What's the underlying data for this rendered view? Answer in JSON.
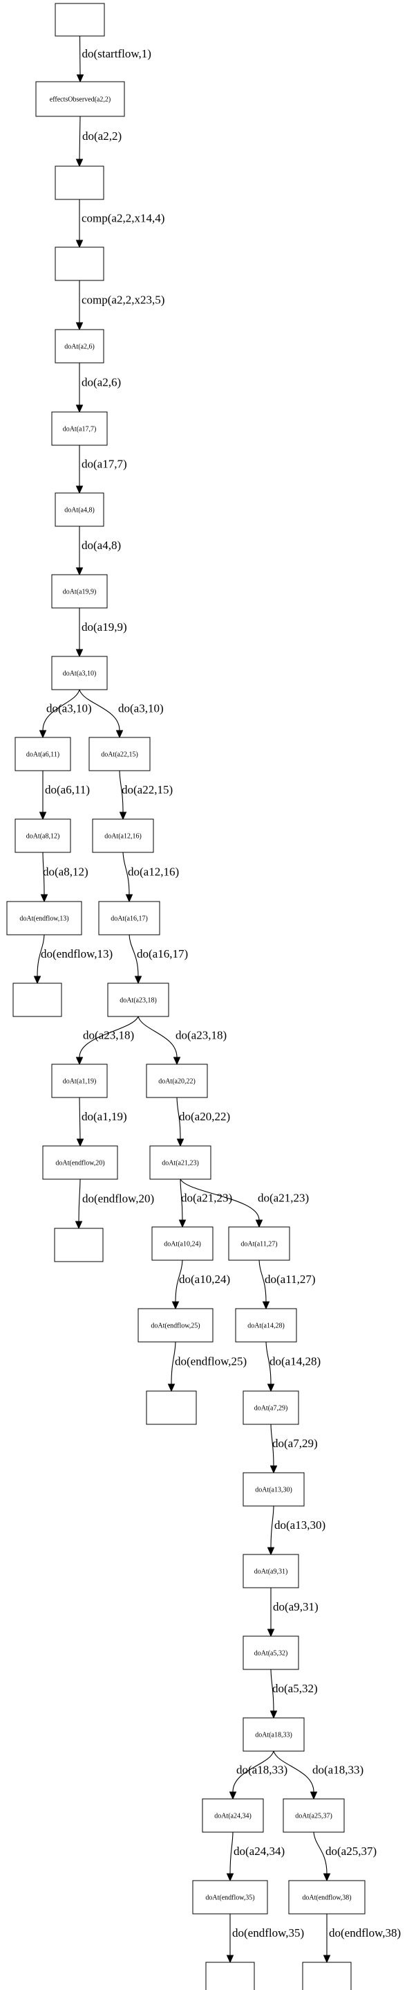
{
  "nodes": [
    {
      "id": "n0",
      "label": ""
    },
    {
      "id": "n1",
      "label": "effectsObserved(a2,2)"
    },
    {
      "id": "n2",
      "label": ""
    },
    {
      "id": "n3",
      "label": ""
    },
    {
      "id": "n4",
      "label": "doAt(a2,6)"
    },
    {
      "id": "n5",
      "label": "doAt(a17,7)"
    },
    {
      "id": "n6",
      "label": "doAt(a4,8)"
    },
    {
      "id": "n7",
      "label": "doAt(a19,9)"
    },
    {
      "id": "n8",
      "label": "doAt(a3,10)"
    },
    {
      "id": "n9",
      "label": "doAt(a6,11)"
    },
    {
      "id": "n10",
      "label": "doAt(a22,15)"
    },
    {
      "id": "n11",
      "label": "doAt(a8,12)"
    },
    {
      "id": "n12",
      "label": "doAt(a12,16)"
    },
    {
      "id": "n13",
      "label": "doAt(endflow,13)"
    },
    {
      "id": "n14",
      "label": "doAt(a16,17)"
    },
    {
      "id": "n15",
      "label": ""
    },
    {
      "id": "n16",
      "label": "doAt(a23,18)"
    },
    {
      "id": "n17",
      "label": "doAt(a1,19)"
    },
    {
      "id": "n18",
      "label": "doAt(a20,22)"
    },
    {
      "id": "n19",
      "label": "doAt(endflow,20)"
    },
    {
      "id": "n20",
      "label": "doAt(a21,23)"
    },
    {
      "id": "n21",
      "label": ""
    },
    {
      "id": "n22",
      "label": "doAt(a10,24)"
    },
    {
      "id": "n23",
      "label": "doAt(a11,27)"
    },
    {
      "id": "n24",
      "label": "doAt(endflow,25)"
    },
    {
      "id": "n25",
      "label": "doAt(a14,28)"
    },
    {
      "id": "n26",
      "label": ""
    },
    {
      "id": "n27",
      "label": "doAt(a7,29)"
    },
    {
      "id": "n28",
      "label": "doAt(a13,30)"
    },
    {
      "id": "n29",
      "label": "doAt(a9,31)"
    },
    {
      "id": "n30",
      "label": "doAt(a5,32)"
    },
    {
      "id": "n31",
      "label": "doAt(a18,33)"
    },
    {
      "id": "n32",
      "label": "doAt(a24,34)"
    },
    {
      "id": "n33",
      "label": "doAt(a25,37)"
    },
    {
      "id": "n34",
      "label": "doAt(endflow,35)"
    },
    {
      "id": "n35",
      "label": "doAt(endflow,38)"
    },
    {
      "id": "n36",
      "label": ""
    },
    {
      "id": "n37",
      "label": ""
    }
  ],
  "edges": [
    {
      "from": "n0",
      "to": "n1",
      "label": "do(startflow,1)"
    },
    {
      "from": "n1",
      "to": "n2",
      "label": "do(a2,2)"
    },
    {
      "from": "n2",
      "to": "n3",
      "label": "comp(a2,2,x14,4)"
    },
    {
      "from": "n3",
      "to": "n4",
      "label": "comp(a2,2,x23,5)"
    },
    {
      "from": "n4",
      "to": "n5",
      "label": "do(a2,6)"
    },
    {
      "from": "n5",
      "to": "n6",
      "label": "do(a17,7)"
    },
    {
      "from": "n6",
      "to": "n7",
      "label": "do(a4,8)"
    },
    {
      "from": "n7",
      "to": "n8",
      "label": "do(a19,9)"
    },
    {
      "from": "n8",
      "to": "n9",
      "label": "do(a3,10)"
    },
    {
      "from": "n8",
      "to": "n10",
      "label": "do(a3,10)"
    },
    {
      "from": "n9",
      "to": "n11",
      "label": "do(a6,11)"
    },
    {
      "from": "n10",
      "to": "n12",
      "label": "do(a22,15)"
    },
    {
      "from": "n11",
      "to": "n13",
      "label": "do(a8,12)"
    },
    {
      "from": "n12",
      "to": "n14",
      "label": "do(a12,16)"
    },
    {
      "from": "n13",
      "to": "n15",
      "label": "do(endflow,13)"
    },
    {
      "from": "n14",
      "to": "n16",
      "label": "do(a16,17)"
    },
    {
      "from": "n16",
      "to": "n17",
      "label": "do(a23,18)"
    },
    {
      "from": "n16",
      "to": "n18",
      "label": "do(a23,18)"
    },
    {
      "from": "n17",
      "to": "n19",
      "label": "do(a1,19)"
    },
    {
      "from": "n18",
      "to": "n20",
      "label": "do(a20,22)"
    },
    {
      "from": "n19",
      "to": "n21",
      "label": "do(endflow,20)"
    },
    {
      "from": "n20",
      "to": "n22",
      "label": "do(a21,23)"
    },
    {
      "from": "n20",
      "to": "n23",
      "label": "do(a21,23)"
    },
    {
      "from": "n22",
      "to": "n24",
      "label": "do(a10,24)"
    },
    {
      "from": "n23",
      "to": "n25",
      "label": "do(a11,27)"
    },
    {
      "from": "n24",
      "to": "n26",
      "label": "do(endflow,25)"
    },
    {
      "from": "n25",
      "to": "n27",
      "label": "do(a14,28)"
    },
    {
      "from": "n27",
      "to": "n28",
      "label": "do(a7,29)"
    },
    {
      "from": "n28",
      "to": "n29",
      "label": "do(a13,30)"
    },
    {
      "from": "n29",
      "to": "n30",
      "label": "do(a9,31)"
    },
    {
      "from": "n30",
      "to": "n31",
      "label": "do(a5,32)"
    },
    {
      "from": "n31",
      "to": "n32",
      "label": "do(a18,33)"
    },
    {
      "from": "n31",
      "to": "n33",
      "label": "do(a18,33)"
    },
    {
      "from": "n32",
      "to": "n34",
      "label": "do(a24,34)"
    },
    {
      "from": "n33",
      "to": "n35",
      "label": "do(a25,37)"
    },
    {
      "from": "n34",
      "to": "n36",
      "label": "do(endflow,35)"
    },
    {
      "from": "n35",
      "to": "n37",
      "label": "do(endflow,38)"
    }
  ]
}
